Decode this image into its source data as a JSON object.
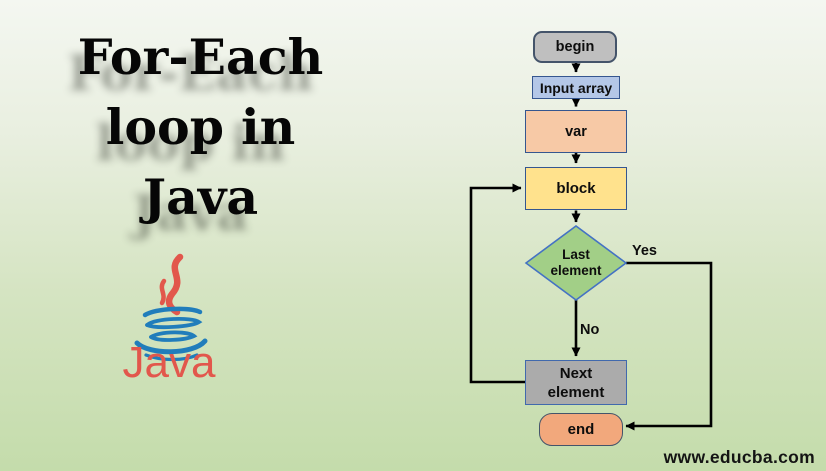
{
  "title": {
    "lines": [
      "For-Each",
      "loop in",
      "Java"
    ]
  },
  "java_logo": {
    "wordmark": "Java",
    "flame_color": "#e2574c",
    "cup_color": "#217dbb",
    "wordmark_color": "#e2574c"
  },
  "flowchart": {
    "nodes": [
      {
        "id": "begin",
        "label": "begin",
        "shape": "rounded",
        "fill": "#bfbfbf"
      },
      {
        "id": "input-array",
        "label": "Input array",
        "shape": "rect",
        "fill": "#b4c7e7"
      },
      {
        "id": "var",
        "label": "var",
        "shape": "rect",
        "fill": "#f7c9a6"
      },
      {
        "id": "block",
        "label": "block",
        "shape": "rect",
        "fill": "#ffe28d"
      },
      {
        "id": "last-element",
        "label": "Last element",
        "line1": "Last",
        "line2": "element",
        "shape": "diamond",
        "fill": "#a2cf87"
      },
      {
        "id": "next-element",
        "label": "Next element",
        "line1": "Next",
        "line2": "element",
        "shape": "rect",
        "fill": "#ababab"
      },
      {
        "id": "end",
        "label": "end",
        "shape": "rounded",
        "fill": "#f2a87c"
      }
    ],
    "branch_labels": {
      "yes": "Yes",
      "no": "No"
    },
    "connector_color": "#000000",
    "rect_border_color": "#35568f",
    "terminator_border_color": "#44546a",
    "diamond_border_color": "#4472c4"
  },
  "footer": {
    "website": "www.educba.com"
  }
}
